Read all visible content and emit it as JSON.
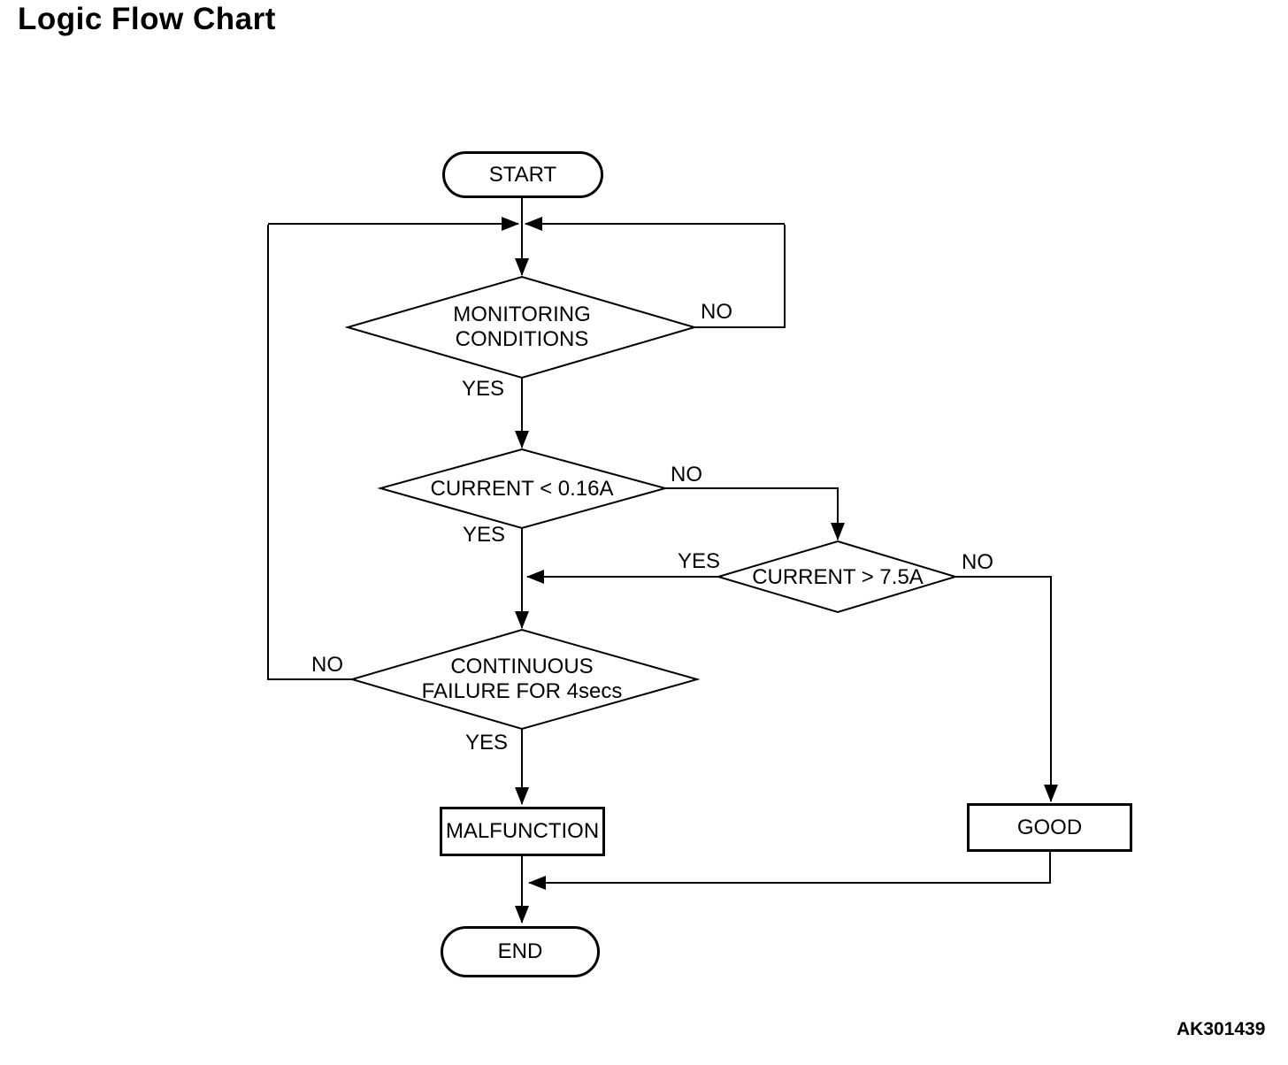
{
  "title": "Logic Flow Chart",
  "figure_code": "AK301439",
  "diagram": {
    "type": "flowchart",
    "nodes": {
      "start": {
        "type": "terminator",
        "label": "START"
      },
      "monitoring_conditions": {
        "type": "decision",
        "lines": [
          "MONITORING",
          "CONDITIONS"
        ]
      },
      "current_below_016a": {
        "type": "decision",
        "label": "CURRENT < 0.16A"
      },
      "current_above_75a": {
        "type": "decision",
        "label": "CURRENT > 7.5A"
      },
      "continuous_failure": {
        "type": "decision",
        "lines": [
          "CONTINUOUS",
          "FAILURE FOR 4secs"
        ]
      },
      "malfunction": {
        "type": "process",
        "label": "MALFUNCTION"
      },
      "good": {
        "type": "process",
        "label": "GOOD"
      },
      "end": {
        "type": "terminator",
        "label": "END"
      }
    },
    "edges": [
      {
        "from": "start",
        "to": "monitoring_conditions",
        "label": ""
      },
      {
        "from": "monitoring_conditions",
        "to": "current_below_016a",
        "label": "YES"
      },
      {
        "from": "monitoring_conditions",
        "to": "monitoring_conditions",
        "label": "NO"
      },
      {
        "from": "current_below_016a",
        "to": "continuous_failure",
        "label": "YES"
      },
      {
        "from": "current_below_016a",
        "to": "current_above_75a",
        "label": "NO"
      },
      {
        "from": "current_above_75a",
        "to": "continuous_failure",
        "label": "YES"
      },
      {
        "from": "current_above_75a",
        "to": "good",
        "label": "NO"
      },
      {
        "from": "continuous_failure",
        "to": "malfunction",
        "label": "YES"
      },
      {
        "from": "continuous_failure",
        "to": "monitoring_conditions",
        "label": "NO"
      },
      {
        "from": "malfunction",
        "to": "end",
        "label": ""
      },
      {
        "from": "good",
        "to": "end",
        "label": ""
      }
    ],
    "line_color": "#000000",
    "background_color": "#ffffff"
  }
}
